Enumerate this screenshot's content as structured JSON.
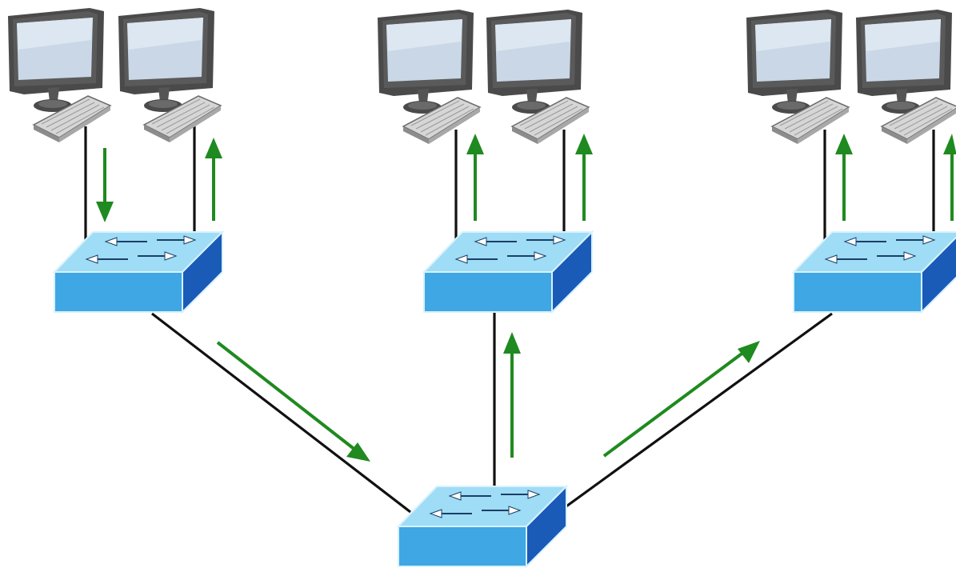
{
  "diagram": {
    "type": "network-topology",
    "description_visible_text": "",
    "colors": {
      "switch_top": "#9fdcf6",
      "switch_front": "#3fa7e3",
      "switch_side": "#1a5bb8",
      "switch_edge": "#d8f2ff",
      "cable": "#111111",
      "traffic_arrow": "#1f8a1f",
      "monitor_frame": "#4a4a4a",
      "monitor_screen": "#c9d7e6",
      "keyboard": "#cfcfcf"
    },
    "nodes": [
      {
        "id": "pc-1",
        "kind": "workstation",
        "icon": "computer-icon"
      },
      {
        "id": "pc-2",
        "kind": "workstation",
        "icon": "computer-icon"
      },
      {
        "id": "pc-3",
        "kind": "workstation",
        "icon": "computer-icon"
      },
      {
        "id": "pc-4",
        "kind": "workstation",
        "icon": "computer-icon"
      },
      {
        "id": "pc-5",
        "kind": "workstation",
        "icon": "computer-icon"
      },
      {
        "id": "pc-6",
        "kind": "workstation",
        "icon": "computer-icon"
      },
      {
        "id": "switch-left",
        "kind": "switch",
        "icon": "switch-icon"
      },
      {
        "id": "switch-middle",
        "kind": "switch",
        "icon": "switch-icon"
      },
      {
        "id": "switch-right",
        "kind": "switch",
        "icon": "switch-icon"
      },
      {
        "id": "switch-core",
        "kind": "switch",
        "icon": "switch-icon"
      }
    ],
    "links": [
      {
        "from": "pc-1",
        "to": "switch-left",
        "traffic": "to-switch"
      },
      {
        "from": "pc-2",
        "to": "switch-left",
        "traffic": "to-pc"
      },
      {
        "from": "pc-3",
        "to": "switch-middle",
        "traffic": "to-pc"
      },
      {
        "from": "pc-4",
        "to": "switch-middle",
        "traffic": "to-pc"
      },
      {
        "from": "pc-5",
        "to": "switch-right",
        "traffic": "to-pc"
      },
      {
        "from": "pc-6",
        "to": "switch-right",
        "traffic": "to-pc"
      },
      {
        "from": "switch-left",
        "to": "switch-core",
        "traffic": "to-core"
      },
      {
        "from": "switch-core",
        "to": "switch-middle",
        "traffic": "to-middle"
      },
      {
        "from": "switch-core",
        "to": "switch-right",
        "traffic": "to-right"
      }
    ]
  }
}
